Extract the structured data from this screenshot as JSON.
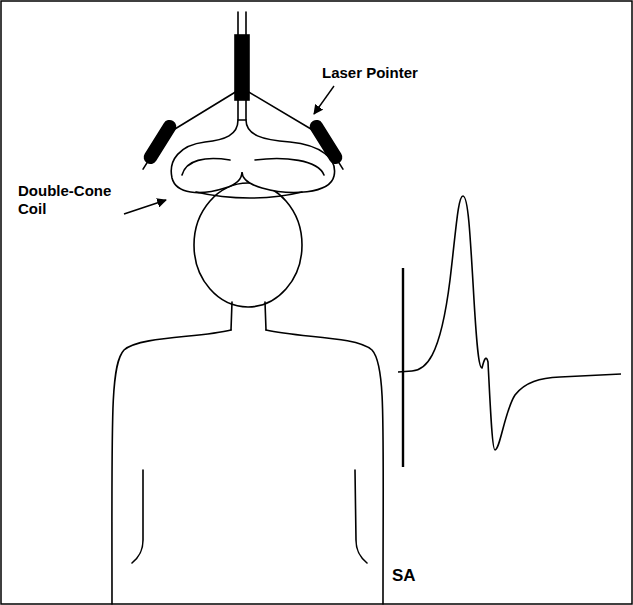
{
  "diagram": {
    "labels": [
      "Laser Pointer",
      "Double-Cone Coil",
      "SA"
    ]
  }
}
